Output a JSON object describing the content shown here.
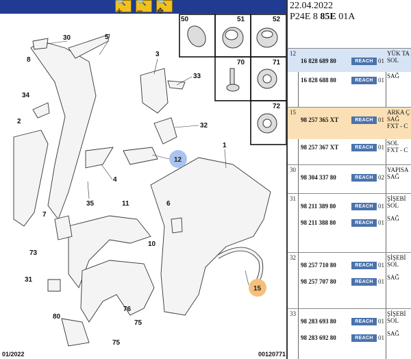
{
  "toolbar": {
    "buttons": [
      {
        "name": "zoom-in",
        "glyph": "🔍+"
      },
      {
        "name": "zoom-out",
        "glyph": "🔍−"
      },
      {
        "name": "pan",
        "glyph": "🔍✥"
      }
    ]
  },
  "diagram": {
    "callouts": [
      "30",
      "5",
      "8",
      "3",
      "33",
      "34",
      "2",
      "32",
      "12",
      "4",
      "35",
      "1",
      "11",
      "6",
      "7",
      "73",
      "10",
      "31",
      "76",
      "75",
      "80",
      "75",
      "15"
    ],
    "inset_labels": [
      "50",
      "51",
      "52",
      "70",
      "71",
      "72"
    ],
    "footer_left": "01/2022",
    "footer_right": "00120771"
  },
  "header": {
    "date": "22.04.2022",
    "code_prefix": "P24E 8",
    "code_bold": "85E",
    "code_suffix": "01A"
  },
  "parts": [
    {
      "idx": "12",
      "pn": "16 828 689 80",
      "qty": "01",
      "desc": "YÜK TA",
      "desc2": "SOL",
      "highlight": "#d7e4f6"
    },
    {
      "idx": "",
      "pn": "16 828 688 80",
      "qty": "01",
      "desc": "SAĞ",
      "desc2": "",
      "highlight": ""
    },
    {
      "idx": "15",
      "pn": "98 257 365 XT",
      "qty": "01",
      "desc": "ARKA Ç",
      "desc2": "SAĞ",
      "desc3": "FXT - C",
      "highlight": "#fbe0b5"
    },
    {
      "idx": "",
      "pn": "98 257 367 XT",
      "qty": "01",
      "desc": "SOL",
      "desc2": "FXT - C",
      "highlight": ""
    },
    {
      "idx": "30",
      "pn": "98 304 337 80",
      "qty": "02",
      "desc": "YAPISA",
      "desc2": "SAĞ",
      "highlight": ""
    },
    {
      "idx": "31",
      "pn": "98 211 389 80",
      "qty": "01",
      "desc": "ŞİŞEBİ",
      "desc2": "SOL",
      "highlight": ""
    },
    {
      "idx": "",
      "pn": "98 211 388 80",
      "qty": "01",
      "desc": "SAĞ",
      "desc2": "",
      "highlight": ""
    },
    {
      "idx": "32",
      "pn": "98 257 710 80",
      "qty": "01",
      "desc": "ŞİŞEBİ",
      "desc2": "SOL",
      "highlight": ""
    },
    {
      "idx": "",
      "pn": "98 257 707 80",
      "qty": "01",
      "desc": "SAĞ",
      "desc2": "",
      "highlight": ""
    },
    {
      "idx": "33",
      "pn": "98 283 693 80",
      "qty": "01",
      "desc": "ŞİŞEBİ",
      "desc2": "SOL",
      "highlight": ""
    },
    {
      "idx": "",
      "pn": "98 283 692 80",
      "qty": "01",
      "desc": "SAĞ",
      "desc2": "",
      "highlight": ""
    }
  ],
  "reach_label": "REACH",
  "colors": {
    "toolbar": "#1f3c92",
    "reach": "#4a73ad",
    "highlight_blue": "#d7e4f6",
    "highlight_orange": "#fbe0b5",
    "badge_blue": "#a9c4ee",
    "badge_orange": "#f5c07a"
  }
}
